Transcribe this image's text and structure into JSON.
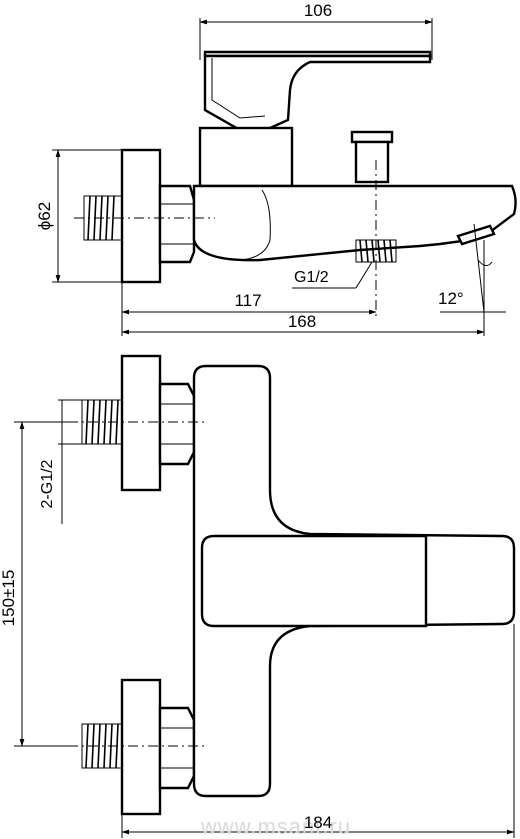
{
  "drawing": {
    "dimensions": {
      "top_width": "106",
      "flange_diameter": "ϕ62",
      "spout_thread": "G1/2",
      "length_117": "117",
      "length_168": "168",
      "spout_angle": "12°",
      "inlet_thread": "2-G1/2",
      "center_distance": "150±15",
      "total_width": "184"
    },
    "watermark": "www.msant.ru"
  }
}
